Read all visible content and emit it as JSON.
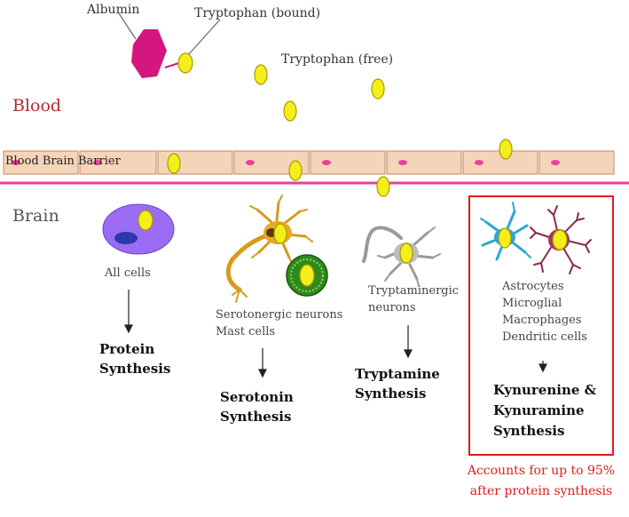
{
  "labels": {
    "albumin": "Albumin",
    "tryptophan_bound": "Tryptophan (bound)",
    "tryptophan_free": "Tryptophan (free)",
    "blood": "Blood",
    "bbb": "Blood Brain Barrier",
    "brain": "Brain"
  },
  "pathways": [
    {
      "cells": [
        "All cells"
      ],
      "product": [
        "Protein",
        "Synthesis"
      ]
    },
    {
      "cells": [
        "Serotonergic neurons",
        "Mast cells"
      ],
      "product": [
        "Serotonin",
        "Synthesis"
      ]
    },
    {
      "cells": [
        "Tryptaminergic",
        "neurons"
      ],
      "product": [
        "Tryptamine",
        "Synthesis"
      ]
    },
    {
      "cells": [
        "Astrocytes",
        "Microglial",
        "Macrophages",
        "Dendritic cells"
      ],
      "product": [
        "Kynurenine &",
        "Kynuramine",
        "Synthesis"
      ]
    }
  ],
  "note": [
    "Accounts for up to 95%",
    "after protein synthesis"
  ],
  "colors": {
    "tryptophan": "#f5ee1a",
    "albumin": "#d3177f",
    "barrier_fill": "#f6d4b8",
    "barrier_line": "#e8419a",
    "highlight_box": "#e21b1b",
    "blood_label": "#b22a2a"
  }
}
